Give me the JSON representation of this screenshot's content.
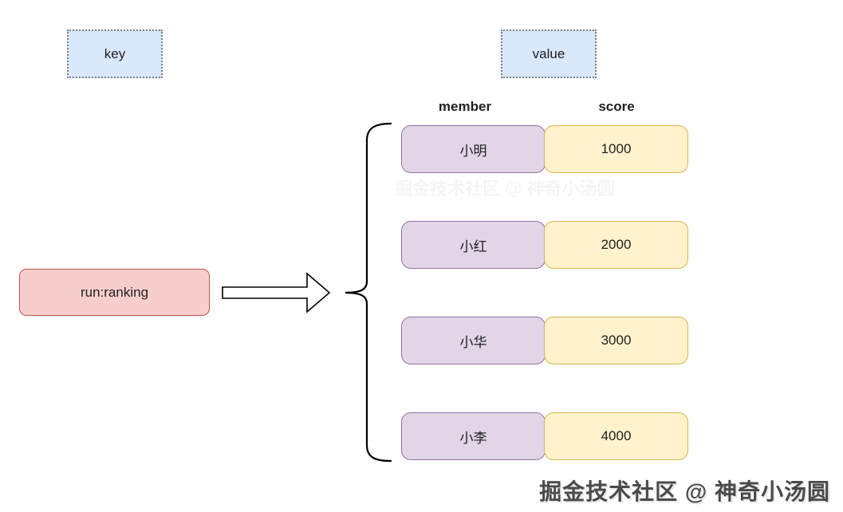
{
  "diagram": {
    "key_label": "key",
    "value_label": "value",
    "key_node": "run:ranking",
    "columns": {
      "member": "member",
      "score": "score"
    },
    "rows": [
      {
        "member": "小明",
        "score": "1000"
      },
      {
        "member": "小红",
        "score": "2000"
      },
      {
        "member": "小华",
        "score": "3000"
      },
      {
        "member": "小李",
        "score": "4000"
      }
    ]
  },
  "watermark": {
    "text": "掘金技术社区 @ 神奇小汤圆",
    "faint_text": "掘金技术社区 @ 神奇小汤圆"
  },
  "colors": {
    "blue_fill": "#dae8fc",
    "dash_stroke": "#7b7f87",
    "pink_fill": "#f8cecc",
    "pink_stroke": "#b85450",
    "purple_fill": "#e1d5e7",
    "purple_stroke": "#9673a6",
    "yellow_fill": "#fff2cc",
    "yellow_stroke": "#d6b656",
    "shape_stroke": "#000000",
    "text": "#1f1f1f",
    "watermark": "#4a4a4a"
  }
}
